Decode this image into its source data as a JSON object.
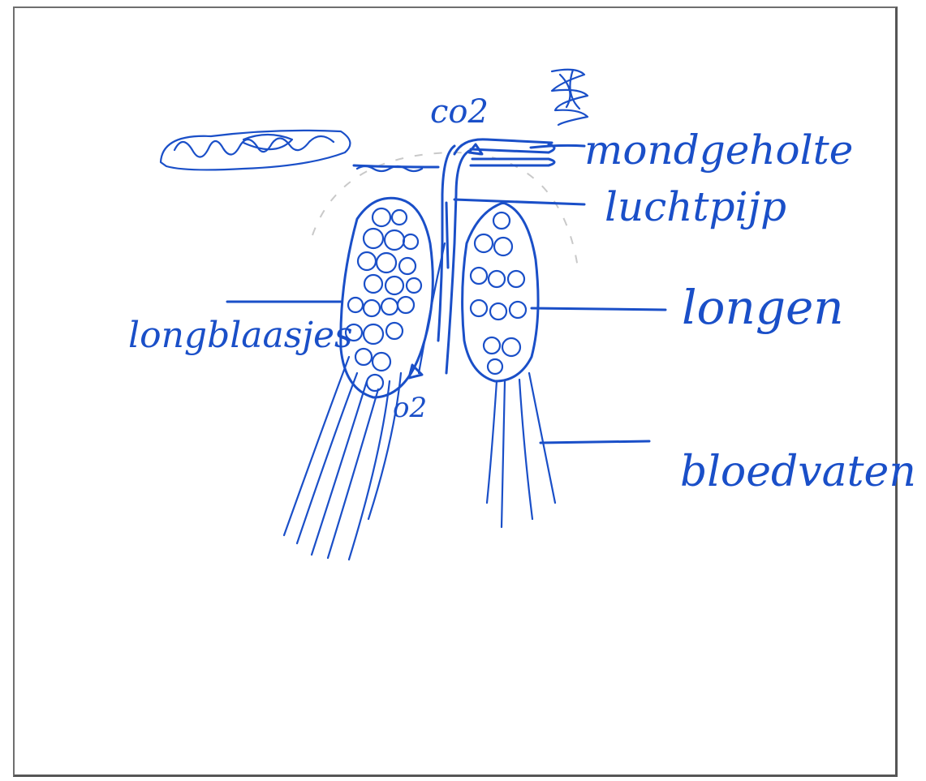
{
  "colors": {
    "ink": "#1a4fc8",
    "paper": "#ffffff",
    "frame": "#6f6f6f"
  },
  "labels": {
    "mondgeholte": "mondgeholte",
    "luchtpijp": "luchtpijp",
    "longen": "longen",
    "longblaasjes": "longblaasjes",
    "bloedvaten": "bloedvaten",
    "co2": "co2",
    "o2": "o2"
  }
}
